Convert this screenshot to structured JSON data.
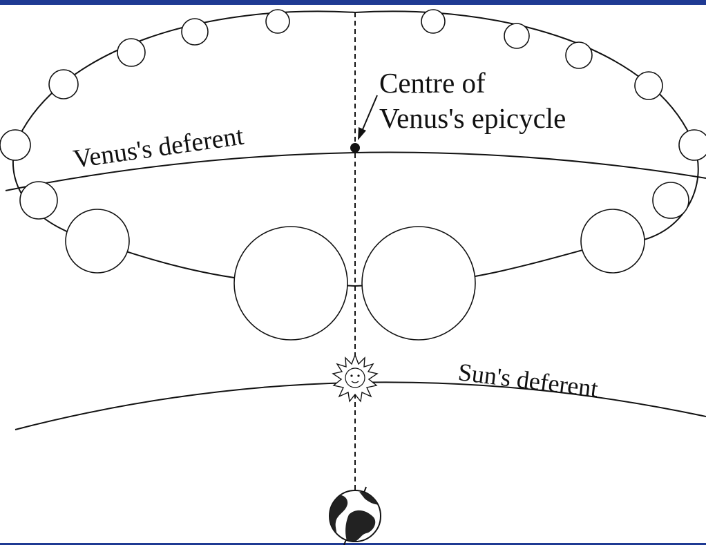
{
  "frame": {
    "bar_color": "#1f3a93"
  },
  "labels": {
    "centre_line1": "Centre of",
    "centre_line2": "Venus's epicycle",
    "venus_deferent": "Venus's deferent",
    "sun_deferent": "Sun's deferent"
  },
  "icons": [
    "sun-icon",
    "earth-icon"
  ]
}
